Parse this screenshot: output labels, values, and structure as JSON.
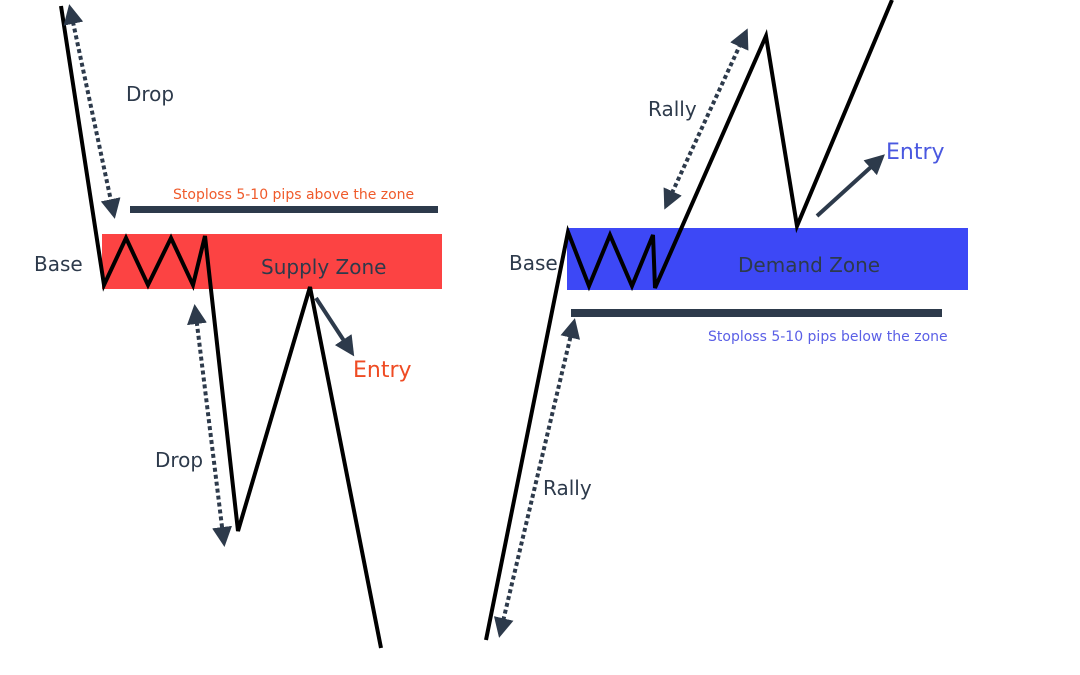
{
  "supply": {
    "zone_label": "Supply Zone",
    "base_label": "Base",
    "drop_top_label": "Drop",
    "drop_bottom_label": "Drop",
    "entry_label": "Entry",
    "stoploss_label": "Stoploss 5-10 pips above the zone"
  },
  "demand": {
    "zone_label": "Demand Zone",
    "base_label": "Base",
    "rally_top_label": "Rally",
    "rally_bottom_label": "Rally",
    "entry_label": "Entry",
    "stoploss_label": "Stoploss 5-10 pips below the zone"
  },
  "colors": {
    "supply_zone": "#fc4343",
    "demand_zone": "#3d48f6",
    "price_line": "#000000",
    "arrow": "#2d3a4b",
    "supply_entry_text": "#ef4b23",
    "demand_entry_text": "#4a58e0",
    "supply_stoploss_text": "#ef5a2a",
    "demand_stoploss_text": "#5a5fe6",
    "label_text": "#2d3a4b"
  }
}
